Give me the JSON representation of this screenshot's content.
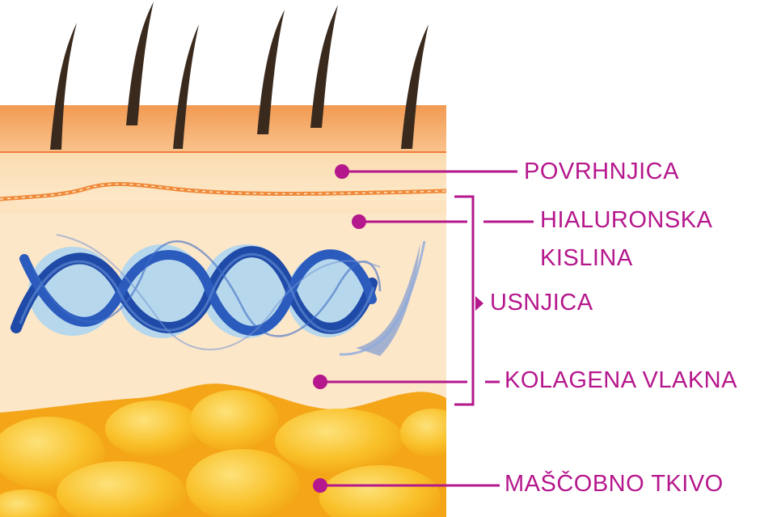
{
  "labels": {
    "epidermis": "POVRHNJICA",
    "hyaluronic_line1": "HIALURONSKA",
    "hyaluronic_line2": "KISLINA",
    "dermis": "USNJICA",
    "collagen": "KOLAGENA VLAKNA",
    "fat": "MAŠČOBNO TKIVO"
  },
  "colors": {
    "label": "#b5178c",
    "skin_surface": "#f5a15c",
    "epidermis": "#fbe0b8",
    "dermis": "#fde6c6",
    "membrane": "#f08a3c",
    "fat": "#f7b21e",
    "fat_light": "#fcd34a",
    "hair": "#3a2a1e",
    "collagen_dark": "#1f4aa8",
    "collagen_light": "#9cc8ee"
  }
}
